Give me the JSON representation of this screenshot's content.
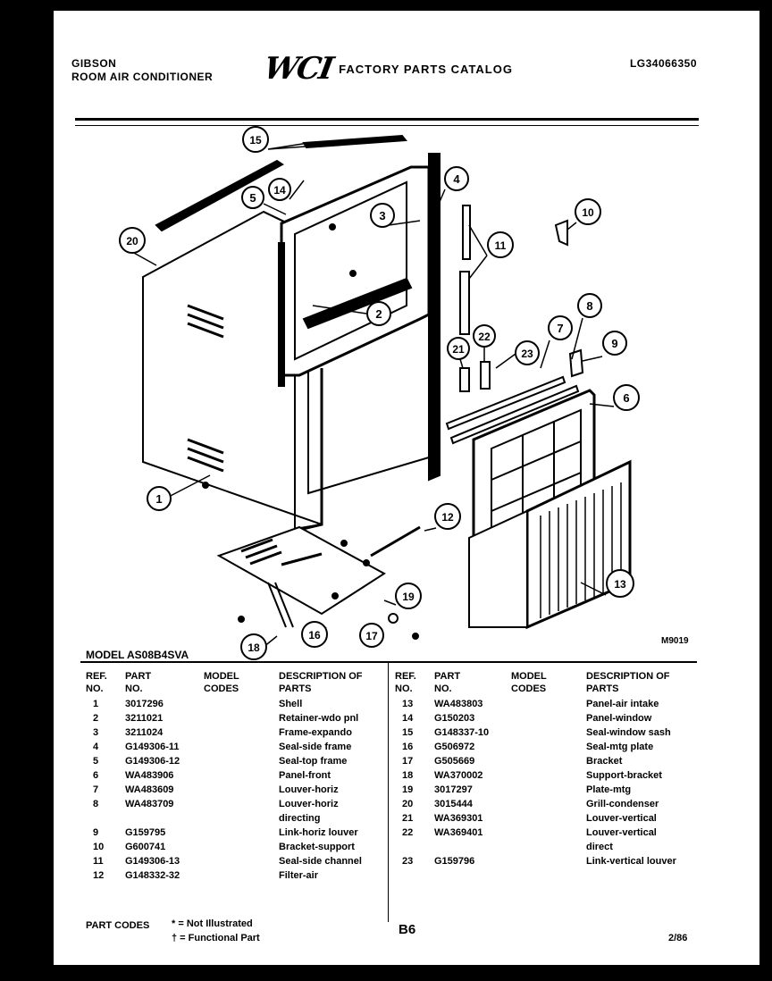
{
  "header": {
    "brand": "GIBSON",
    "product": "ROOM AIR CONDITIONER",
    "logo": "WCI",
    "catalog": "FACTORY PARTS CATALOG",
    "doc_number": "LG34066350"
  },
  "diagram": {
    "model_line": "MODEL AS08B4SVA",
    "figure_id": "M9019",
    "callouts": [
      "1",
      "2",
      "3",
      "4",
      "5",
      "6",
      "7",
      "8",
      "9",
      "10",
      "11",
      "12",
      "13",
      "14",
      "15",
      "16",
      "17",
      "18",
      "19",
      "20",
      "21",
      "22",
      "23"
    ]
  },
  "table": {
    "headers": {
      "ref_no": "REF. NO.",
      "part_no": "PART NO.",
      "model_codes": "MODEL CODES",
      "description": "DESCRIPTION OF PARTS"
    },
    "left_rows": [
      {
        "ref": "1",
        "part": "3017296",
        "desc": "Shell"
      },
      {
        "ref": "2",
        "part": "3211021",
        "desc": "Retainer-wdo pnl"
      },
      {
        "ref": "3",
        "part": "3211024",
        "desc": "Frame-expando"
      },
      {
        "ref": "4",
        "part": "G149306-11",
        "desc": "Seal-side frame"
      },
      {
        "ref": "5",
        "part": "G149306-12",
        "desc": "Seal-top frame"
      },
      {
        "ref": "6",
        "part": "WA483906",
        "desc": "Panel-front"
      },
      {
        "ref": "7",
        "part": "WA483609",
        "desc": "Louver-horiz"
      },
      {
        "ref": "8",
        "part": "WA483709",
        "desc": "Louver-horiz"
      },
      {
        "ref": "",
        "part": "",
        "desc": "directing"
      },
      {
        "ref": "9",
        "part": "G159795",
        "desc": "Link-horiz louver"
      },
      {
        "ref": "10",
        "part": "G600741",
        "desc": "Bracket-support"
      },
      {
        "ref": "11",
        "part": "G149306-13",
        "desc": "Seal-side channel"
      },
      {
        "ref": "12",
        "part": "G148332-32",
        "desc": "Filter-air"
      }
    ],
    "right_rows": [
      {
        "ref": "13",
        "part": "WA483803",
        "desc": "Panel-air intake"
      },
      {
        "ref": "14",
        "part": "G150203",
        "desc": "Panel-window"
      },
      {
        "ref": "15",
        "part": "G148337-10",
        "desc": "Seal-window sash"
      },
      {
        "ref": "16",
        "part": "G506972",
        "desc": "Seal-mtg plate"
      },
      {
        "ref": "17",
        "part": "G505669",
        "desc": "Bracket"
      },
      {
        "ref": "18",
        "part": "WA370002",
        "desc": "Support-bracket"
      },
      {
        "ref": "19",
        "part": "3017297",
        "desc": "Plate-mtg"
      },
      {
        "ref": "20",
        "part": "3015444",
        "desc": "Grill-condenser"
      },
      {
        "ref": "21",
        "part": "WA369301",
        "desc": "Louver-vertical"
      },
      {
        "ref": "22",
        "part": "WA369401",
        "desc": "Louver-vertical"
      },
      {
        "ref": "",
        "part": "",
        "desc": "direct"
      },
      {
        "ref": "23",
        "part": "G159796",
        "desc": "Link-vertical louver"
      }
    ]
  },
  "footer": {
    "part_codes_label": "PART CODES",
    "not_illustrated": "* = Not Illustrated",
    "functional_part": "† = Functional Part",
    "page": "B6",
    "date": "2/86"
  }
}
